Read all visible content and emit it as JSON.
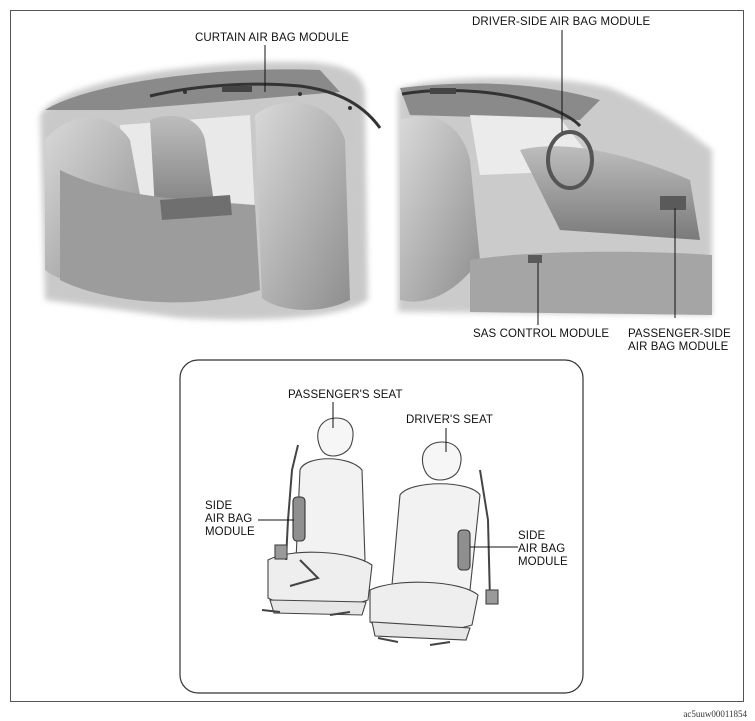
{
  "labels": {
    "curtain": "CURTAIN AIR BAG MODULE",
    "driver_side": "DRIVER-SIDE AIR BAG MODULE",
    "sas": "SAS CONTROL MODULE",
    "passenger_side": "PASSENGER-SIDE\nAIR BAG MODULE",
    "passengers_seat": "PASSENGER'S SEAT",
    "drivers_seat": "DRIVER'S SEAT",
    "side_left": "SIDE\nAIR BAG\nMODULE",
    "side_right": "SIDE\nAIR BAG\nMODULE"
  },
  "figure_id": "ac5uuw00011854"
}
